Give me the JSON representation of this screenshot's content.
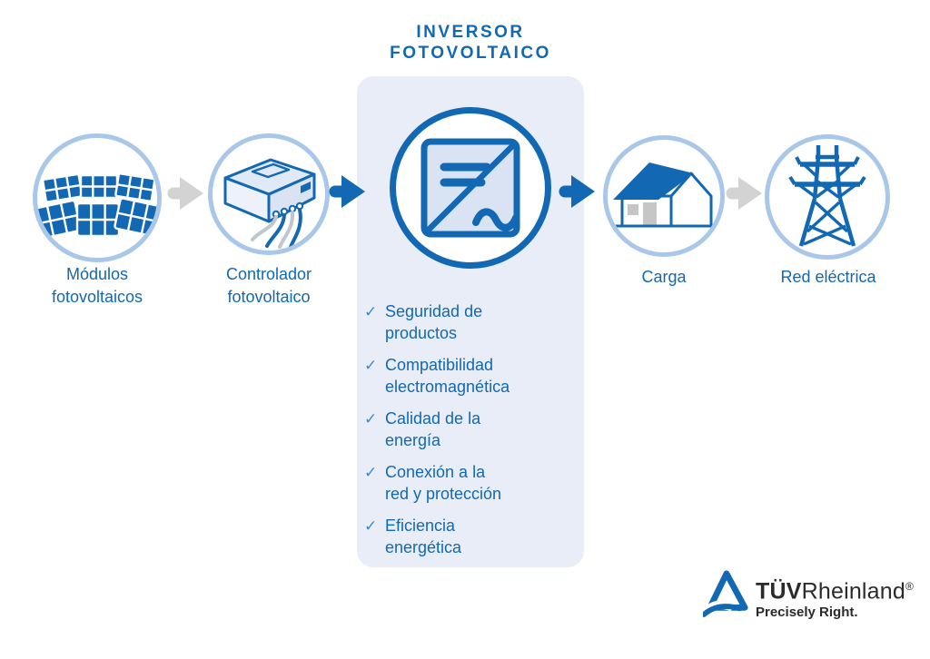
{
  "colors": {
    "accent_blue": "#1268B3",
    "ring_light_blue": "#A9C7E8",
    "panel_background": "#E9EDF8",
    "icon_fill_light": "#D9E3F4",
    "arrow_gray": "#D3D3D3",
    "detail_gray": "#C6C6C6",
    "cable_gray": "#BFC6CE",
    "logo_text_dark": "#2B2B2B"
  },
  "flow": {
    "nodes": [
      {
        "id": "modules",
        "icon": "solar-panels-icon",
        "label": "Módulos\nfotovoltaicos"
      },
      {
        "id": "controller",
        "icon": "charge-controller-icon",
        "label": "Controlador\nfotovoltaico"
      },
      {
        "id": "inverter",
        "icon": "inverter-icon",
        "label": "INVERSOR\nFOTOVOLTAICO"
      },
      {
        "id": "load",
        "icon": "house-icon",
        "label": "Carga"
      },
      {
        "id": "grid",
        "icon": "power-tower-icon",
        "label": "Red eléctrica"
      }
    ],
    "arrows": [
      {
        "from": "modules",
        "to": "controller",
        "color": "#D3D3D3"
      },
      {
        "from": "controller",
        "to": "inverter",
        "color": "#1268B3"
      },
      {
        "from": "inverter",
        "to": "load",
        "color": "#1268B3"
      },
      {
        "from": "load",
        "to": "grid",
        "color": "#D3D3D3"
      }
    ]
  },
  "checklist": {
    "check_glyph": "✓",
    "items": [
      "Seguridad de\nproductos",
      "Compatibilidad\nelectromagnética",
      "Calidad de la\nenergía",
      "Conexión a la\nred y protección",
      "Eficiencia\nenergética"
    ]
  },
  "logo": {
    "brand_bold": "TÜV",
    "brand_regular": "Rheinland",
    "registered": "®",
    "tagline": "Precisely Right."
  }
}
